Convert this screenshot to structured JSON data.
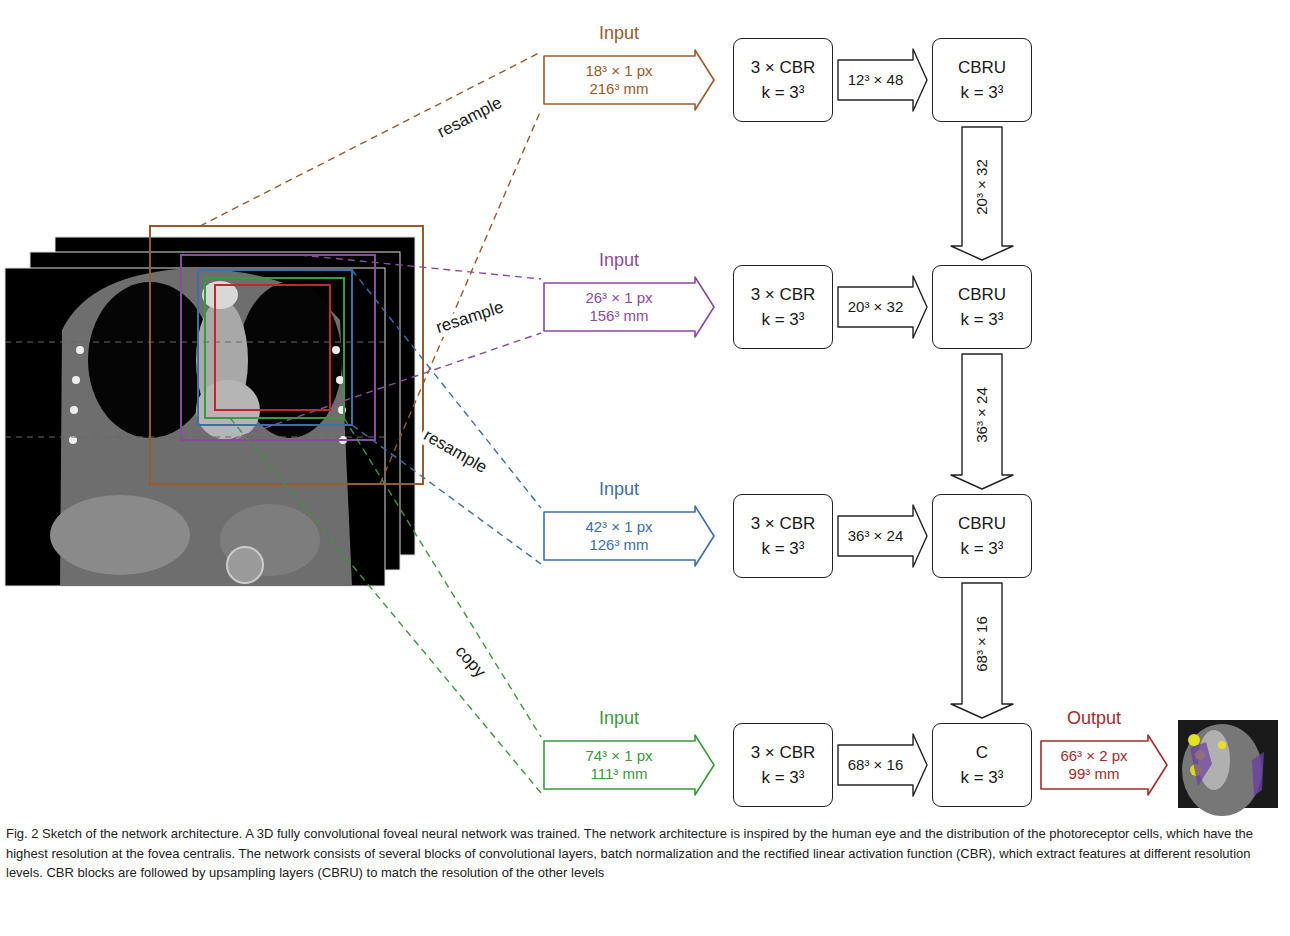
{
  "diagram": {
    "caption": "Fig. 2 Sketch of the network architecture. A 3D fully convolutional foveal neural network was trained. The network architecture is inspired by the human eye and the distribution of the photoreceptor cells, which have the highest resolution at the fovea centralis. The network consists of several blocks of convolutional layers, batch normalization and the rectified linear activation function (CBR), which extract features at different resolution levels. CBR blocks are followed by upsampling layers (CBRU) to match the resolution of the other levels",
    "nodes": [
      {
        "text": [
          "Input",
          "18³ × 1 px",
          "216³ mm"
        ]
      },
      {
        "text": [
          "3 × CBR",
          "k = 3³"
        ]
      },
      {
        "text": [
          "CBRU",
          "k = 3³"
        ]
      },
      {
        "text": [
          "Input",
          "26³ × 1 px",
          "156³ mm"
        ]
      },
      {
        "text": [
          "3 × CBR",
          "k = 3³"
        ]
      },
      {
        "text": [
          "CBRU",
          "k = 3³"
        ]
      },
      {
        "text": [
          "Input",
          "42³ × 1 px",
          "126³ mm"
        ]
      },
      {
        "text": [
          "3 × CBR",
          "k = 3³"
        ]
      },
      {
        "text": [
          "CBRU",
          "k = 3³"
        ]
      },
      {
        "text": [
          "Input",
          "74³ × 1 px",
          "111³ mm"
        ]
      },
      {
        "text": [
          "3 × CBR",
          "k = 3³"
        ]
      },
      {
        "text": [
          "C",
          "k = 3³"
        ]
      },
      {
        "text": [
          "Output",
          "66³ × 2 px",
          "99³ mm"
        ]
      }
    ],
    "edges": [
      {
        "from": 1,
        "to": 2,
        "label": "12³ × 48",
        "arrow": "to"
      },
      {
        "from": 2,
        "to": 5,
        "label": "20³ × 32",
        "arrow": "to"
      },
      {
        "from": 4,
        "to": 5,
        "label": "20³ × 32",
        "arrow": "to"
      },
      {
        "from": 5,
        "to": 8,
        "label": "36³ × 24",
        "arrow": "to"
      },
      {
        "from": 7,
        "to": 8,
        "label": "36³ × 24",
        "arrow": "to"
      },
      {
        "from": 8,
        "to": 11,
        "label": "68³ × 16",
        "arrow": "to"
      },
      {
        "from": 10,
        "to": 11,
        "label": "68³ × 16",
        "arrow": "to"
      }
    ],
    "labels": [
      "resample",
      "resample",
      "resample",
      "copy"
    ]
  }
}
